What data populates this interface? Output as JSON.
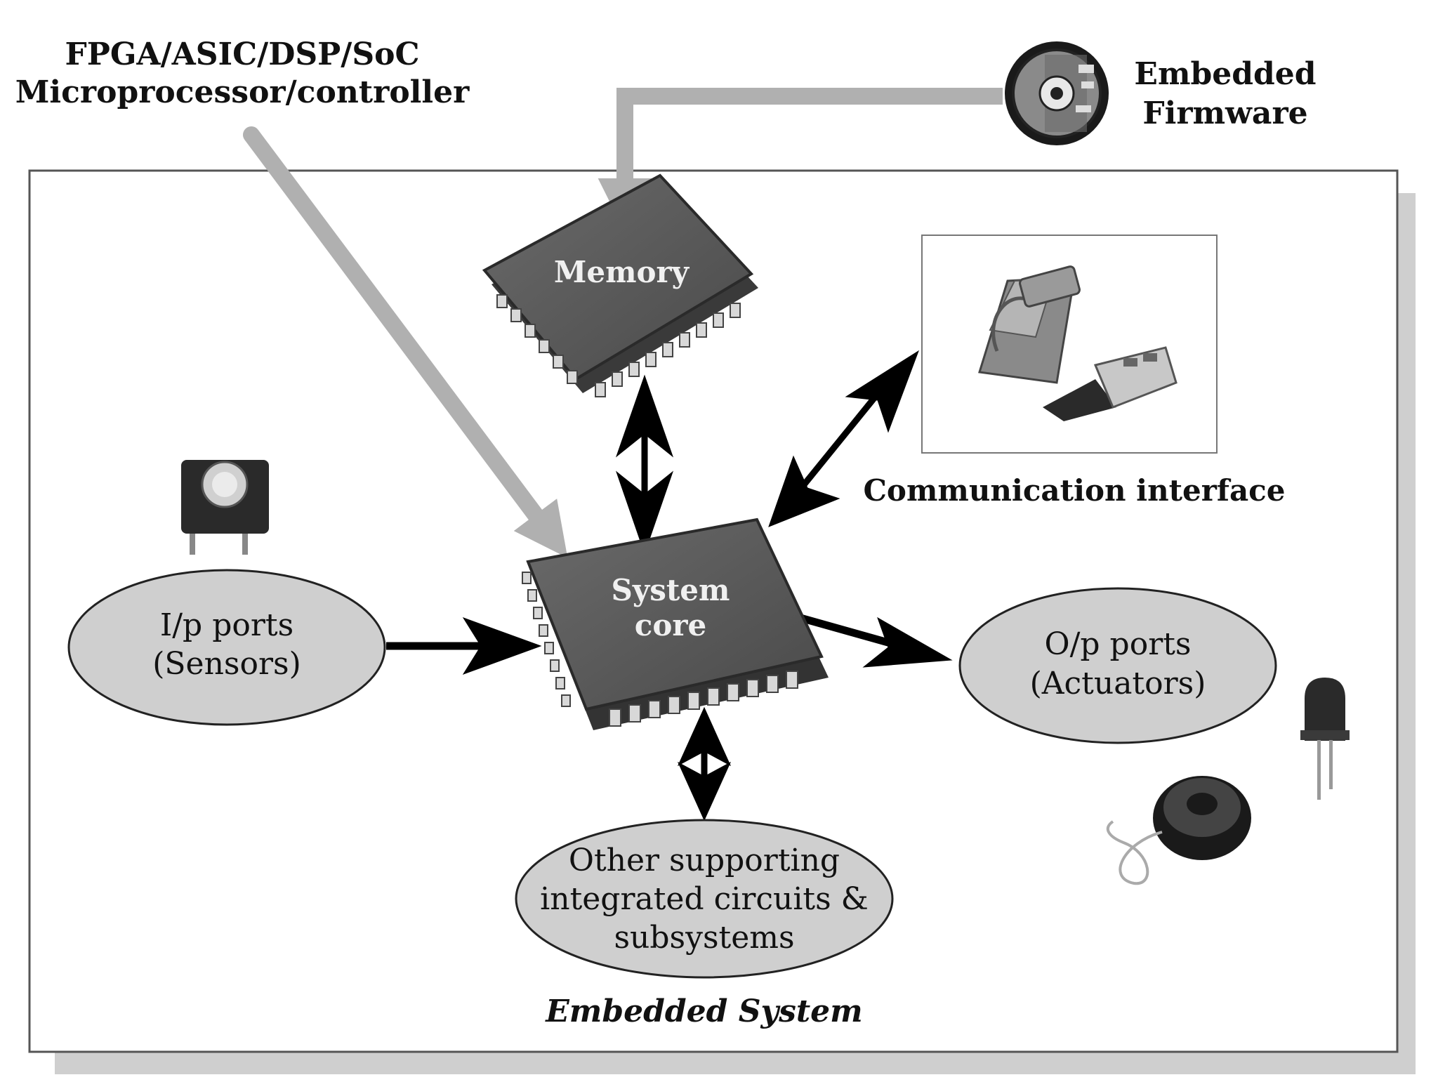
{
  "labels": {
    "fpga_line1": "FPGA/ASIC/DSP/SoC",
    "fpga_line2": "Microprocessor/controller",
    "firmware_line1": "Embedded",
    "firmware_line2": "Firmware",
    "memory": "Memory",
    "comm_interface": "Communication interface",
    "core_line1": "System",
    "core_line2": "core",
    "ip_line1": "I/p ports",
    "ip_line2": "(Sensors)",
    "op_line1": "O/p ports",
    "op_line2": "(Actuators)",
    "other_line1": "Other supporting",
    "other_line2": "integrated circuits &",
    "other_line3": "subsystems",
    "system_caption": "Embedded System"
  },
  "colors": {
    "chip": "#5a5a5a",
    "chip_edge": "#2a2a2a",
    "pin": "#d8d8d8",
    "ellipse_fill": "#cfcfcf",
    "gray_arrow": "#b0b0b0",
    "black_arrow": "#000000",
    "shadow": "#cfcfcf"
  }
}
